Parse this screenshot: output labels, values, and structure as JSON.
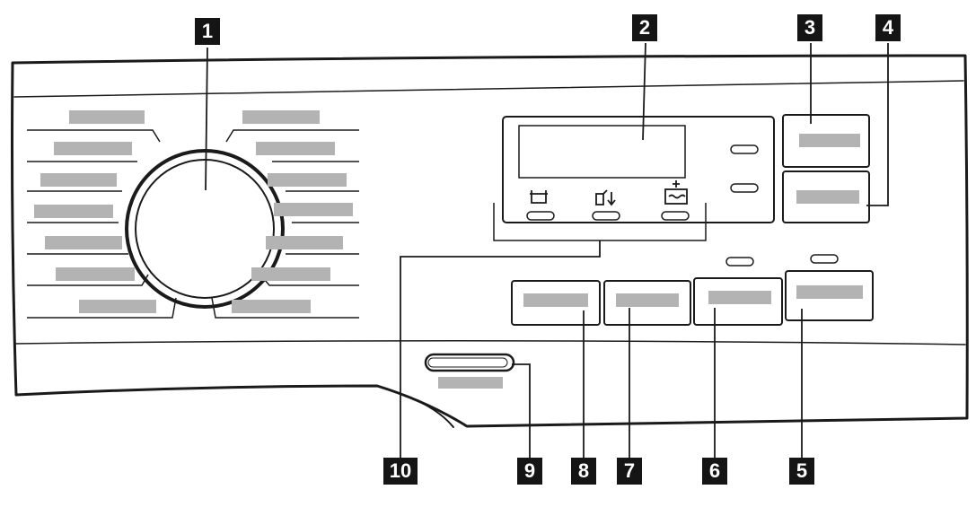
{
  "callouts": {
    "c1": "1",
    "c2": "2",
    "c3": "3",
    "c4": "4",
    "c5": "5",
    "c6": "6",
    "c7": "7",
    "c8": "8",
    "c9": "9",
    "c10": "10"
  },
  "icons": {
    "left": "drum-icon",
    "middle": "prewash-icon",
    "right": "extra-rinse-icon"
  },
  "colors": {
    "outline": "#1a1a1a",
    "label_placeholder": "#b3b3b3",
    "callout_bg": "#151515",
    "callout_text": "#ffffff"
  }
}
